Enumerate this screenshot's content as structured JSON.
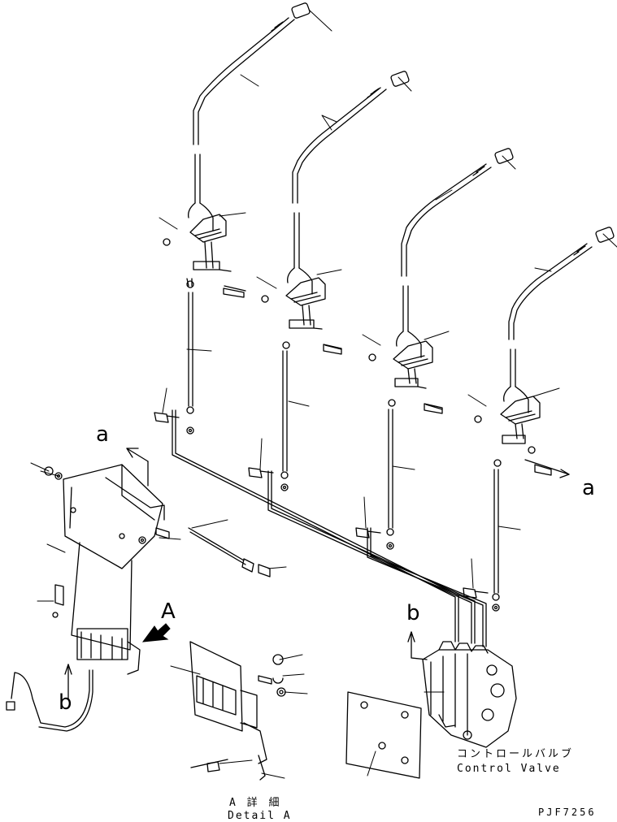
{
  "labels": {
    "section_a_left": "a",
    "section_a_right": "a",
    "view_A": "A",
    "section_b_left": "b",
    "section_b_right": "b",
    "control_valve_jp": "コントロールバルブ",
    "control_valve_en": "Control Valve",
    "detail_a_jp": "A 詳 細",
    "detail_a_en": "Detail A",
    "drawing_code": "PJF7256"
  },
  "icons": {
    "view_arrow": "view-direction-arrow-icon"
  }
}
